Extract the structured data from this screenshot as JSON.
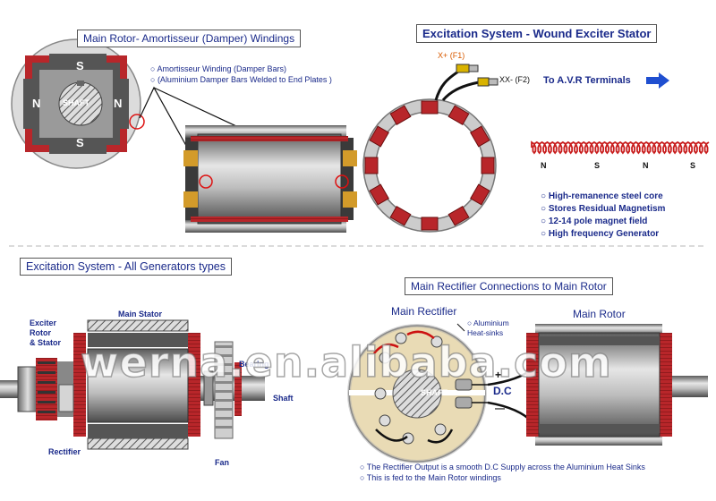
{
  "sections": {
    "rotor_title": "Main Rotor- Amortisseur (Damper) Windings",
    "exciter_title": "Excitation System - Wound Exciter Stator",
    "all_gen_title": "Excitation System - All Generators types",
    "rectifier_title": "Main Rectifier Connections to Main Rotor"
  },
  "rotor": {
    "poles": [
      "S",
      "N",
      "S",
      "N"
    ],
    "shaft": "SHAFT",
    "notes": [
      "Amortisseur Winding (Damper Bars)",
      "(Aluminium Damper Bars Welded to End Plates )"
    ]
  },
  "exciter": {
    "f1": "X+ (F1)",
    "f2": "XX- (F2)",
    "avr": "To A.V.R Terminals",
    "poles": [
      "N",
      "S",
      "N",
      "S"
    ],
    "features": [
      "High-remanence steel core",
      "Stores Residual Magnetism",
      "12-14 pole magnet field",
      "High frequency Generator"
    ]
  },
  "generator": {
    "exciter_label": "Exciter Rotor & Stator",
    "exciter_lines": [
      "Exciter",
      "Rotor",
      "& Stator"
    ],
    "main_stator": "Main Stator",
    "bearing": "Bearing",
    "shaft": "Shaft",
    "rectifier": "Rectifier",
    "fan": "Fan"
  },
  "rectifier": {
    "main_rectifier": "Main Rectifier",
    "main_rotor": "Main Rotor",
    "heatsink_lines": [
      "Aluminium",
      "Heat-sinks"
    ],
    "shaft": "SHAFT",
    "dc": "D.C",
    "plus": "+",
    "minus": "—",
    "notes": [
      "The Rectifier Output is a smooth D.C Supply across the Aluminium Heat Sinks",
      "This is fed to the Main Rotor windings"
    ]
  },
  "watermark": "werna.en.alibaba.com",
  "colors": {
    "title_text": "#1a2a8a",
    "coil": "#b8262a",
    "arrow": "#1f4fd0"
  }
}
